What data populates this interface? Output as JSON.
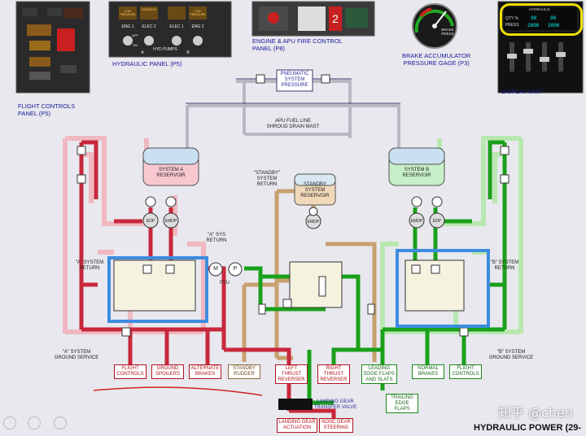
{
  "panels": {
    "flight_controls": "FLIGHT CONTROLS\nPANEL (P5)",
    "hydraulic": "HYDRAULIC PANEL (P5)",
    "fire_control": "ENGINE & APU FIRE CONTROL\nPANEL (P8)",
    "brake_gage": "BRAKE ACCUMULATOR\nPRESSURE GAGE (P3)",
    "display_unit": "DISPLAY UNIT"
  },
  "display": {
    "header": "HYDRAULIC",
    "qty_label": "QTY %",
    "press_label": "PRESS",
    "a_qty": "98",
    "b_qty": "98",
    "a_press": "2800",
    "b_press": "2800"
  },
  "brake_gage": {
    "label": "BRAKE\nPRESS"
  },
  "hyd_panel": {
    "eng1": "ENG 1",
    "elec2": "ELEC 2",
    "elec1": "ELEC 1",
    "eng2": "ENG 2",
    "low_pressure": "LOW\nPRESSURE",
    "overheat": "OVERHEAT",
    "hyd_pumps": "HYD PUMPS",
    "a": "A",
    "b": "B",
    "on": "ON",
    "off": "OFF"
  },
  "diagram": {
    "pneumatic": "PNEUMATIC\nSYSTEM\nPRESSURE",
    "apu_fuel": "APU FUEL LINE\nSHROUD DRAIN MAST",
    "sys_a_res": "SYSTEM A\nRESERVOIR",
    "sys_b_res": "SYSTEM B\nRESERVOIR",
    "standby_res": "STANDBY\nSYSTEM\nRESERVOIR",
    "standby_return": "\"STANDBY\"\nSYSTEM\nRETURN",
    "a_sys_return_mid": "\"A\" SYS\nRETURN",
    "a_system_return": "\"A\" SYSTEM\nRETURN",
    "b_system_return": "\"B\" SYSTEM\nRETURN",
    "a_ground": "\"A\" SYSTEM\nGROUND SERVICE",
    "b_ground": "\"B\" SYSTEM\nGROUND SERVICE",
    "edp": "EDP",
    "emdp": "EMDP",
    "ptu": "PTU",
    "m": "M",
    "p": "P",
    "landing_gear_valve": "LANDING GEAR\nTRANSFER VALVE"
  },
  "users": {
    "flight_controls": "FLIGHT\nCONTROLS",
    "ground_spoilers": "GROUND\nSPOILERS",
    "alternate_brakes": "ALTERNATE\nBRAKES",
    "standby_rudder": "STANDBY\nRUDDER",
    "left_thrust": "LEFT\nTHRUST\nREVERSER",
    "right_thrust": "RIGHT\nTHRUST\nREVERSER",
    "leading_edge": "LEADING\nEDGE FLAPS\nAND SLATS",
    "normal_brakes": "NORMAL\nBRAKES",
    "flight_controls_b": "FLIGHT\nCONTROLS",
    "trailing_edge": "TRAILING\nEDGE\nFLAPS",
    "landing_gear_actuation": "LANDING GEAR\nACTUATION",
    "nose_gear": "NOSE GEAR\nSTEERING"
  },
  "footer": {
    "title": "HYDRAULIC POWER (29-",
    "watermark": "知乎 @chen"
  },
  "colors": {
    "system_a": "#c8283c",
    "system_b": "#1aa01a",
    "standby": "#c8a070",
    "return_a": "#f0b8c0",
    "return_b": "#b8e8b0",
    "pneumatic": "#d8d8e0",
    "highlight": "#3d8ce0"
  }
}
